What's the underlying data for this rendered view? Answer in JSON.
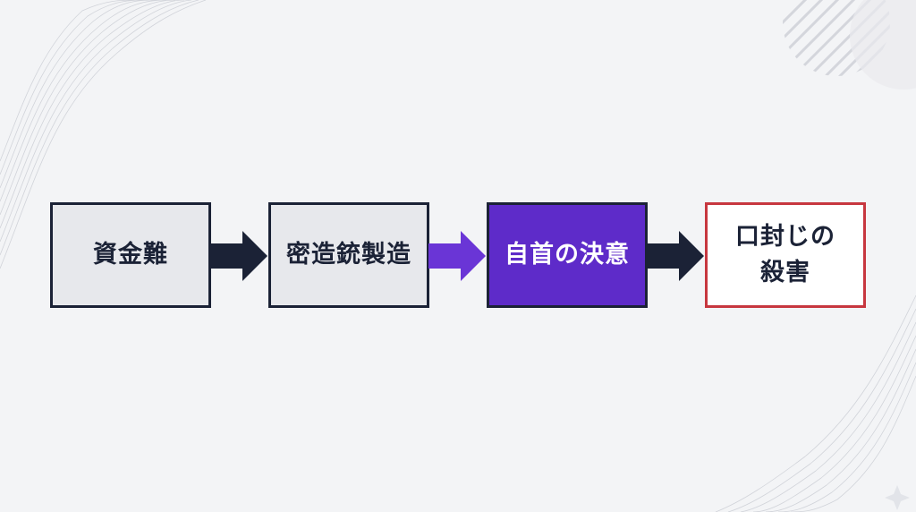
{
  "flow": {
    "steps": [
      {
        "label": "資金難",
        "style": "gray"
      },
      {
        "label": "密造銃製造",
        "style": "gray"
      },
      {
        "label": "自首の決意",
        "style": "purple"
      },
      {
        "label": "口封じの\n殺害",
        "style": "red"
      }
    ],
    "arrows": [
      {
        "color": "#1b2236"
      },
      {
        "color": "#6a35d6"
      },
      {
        "color": "#1b2236"
      }
    ]
  },
  "colors": {
    "background": "#f3f4f6",
    "dark_navy": "#1b2236",
    "purple": "#5e2bc9",
    "red_border": "#c7373f",
    "gray_fill": "#e7e8ec"
  }
}
